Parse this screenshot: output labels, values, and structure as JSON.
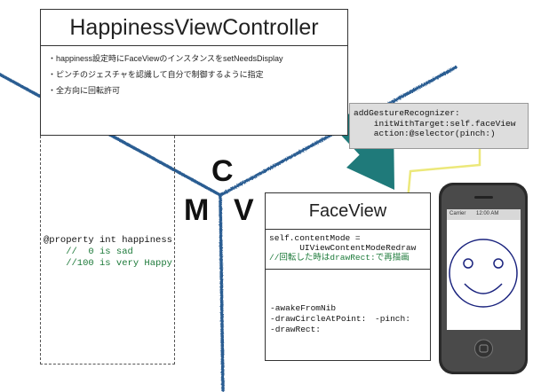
{
  "controller": {
    "title": "HappinessViewController",
    "notes": [
      "・happiness設定時にFaceViewのインスタンスをsetNeedsDisplay",
      "・ピンチのジェスチャを認識して自分で制御するように指定",
      "・全方向に回転許可"
    ],
    "property_decl": "@property int happiness",
    "property_comment_1": "    //  0 is sad",
    "property_comment_2": "    //100 is very Happy"
  },
  "mvc": {
    "c": "C",
    "m": "M",
    "v": "V"
  },
  "callout": {
    "line1": "addGestureRecognizer:",
    "line2": "    initWithTarget:self.faceView",
    "line3": "    action:@selector(pinch:)"
  },
  "faceview": {
    "title": "FaceView",
    "code_1": "self.contentMode =",
    "code_2": "      UIViewContentModeRedraw",
    "code_3": "//回転した時はdrawRect:で再描画",
    "methods": [
      "-awakeFromNib",
      "-drawCircleAtPoint:",
      "-drawRect:"
    ],
    "pinch": "-pinch:"
  },
  "phone": {
    "carrier": "Carrier",
    "time": "12:00 AM"
  },
  "colors": {
    "mvc_line": "#2b5d92",
    "arrow": "#1f7a7a",
    "yellow": "#ece87a",
    "face": "#1a237e"
  }
}
